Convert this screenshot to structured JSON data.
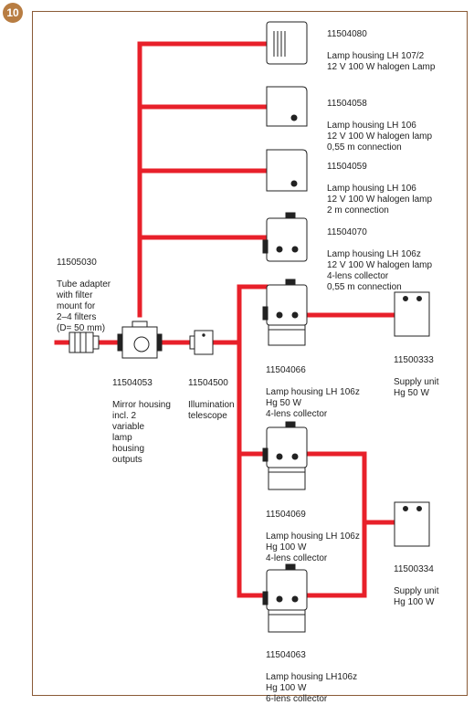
{
  "page_number": "10",
  "colors": {
    "connector": "#e8202a",
    "frame": "#8a5a36",
    "badge": "#b87d42"
  },
  "components": {
    "lh107": {
      "part": "11504080",
      "text": "Lamp housing LH 107/2\n12 V 100 W halogen Lamp"
    },
    "lh106_a": {
      "part": "11504058",
      "text": "Lamp housing LH 106\n12 V 100 W halogen lamp\n0,55 m connection"
    },
    "lh106_b": {
      "part": "11504059",
      "text": "Lamp housing LH 106\n12 V 100 W halogen lamp\n2 m connection"
    },
    "lh106z_halogen": {
      "part": "11504070",
      "text": "Lamp housing LH 106z\n12 V 100 W halogen lamp\n4-lens collector\n0,55 m connection"
    },
    "tube_adapter": {
      "part": "11505030",
      "text": "Tube adapter\nwith filter\nmount for\n2–4 filters\n(D= 50 mm)"
    },
    "mirror_housing": {
      "part": "11504053",
      "text": "Mirror housing\nincl. 2\nvariable\nlamp\nhousing\noutputs"
    },
    "illumination_telescope": {
      "part": "11504500",
      "text": "Illumination\ntelescope"
    },
    "lh106z_hg50": {
      "part": "11504066",
      "text": "Lamp housing LH 106z\nHg 50 W\n4-lens collector"
    },
    "supply_hg50": {
      "part": "11500333",
      "text": "Supply unit\nHg 50 W"
    },
    "lh106z_hg100_4": {
      "part": "11504069",
      "text": "Lamp housing LH 106z\nHg 100 W\n4-lens collector"
    },
    "supply_hg100": {
      "part": "11500334",
      "text": "Supply unit\nHg 100 W"
    },
    "lh106z_hg100_6": {
      "part": "11504063",
      "text": "Lamp housing LH106z\nHg 100 W\n6-lens collector"
    }
  }
}
